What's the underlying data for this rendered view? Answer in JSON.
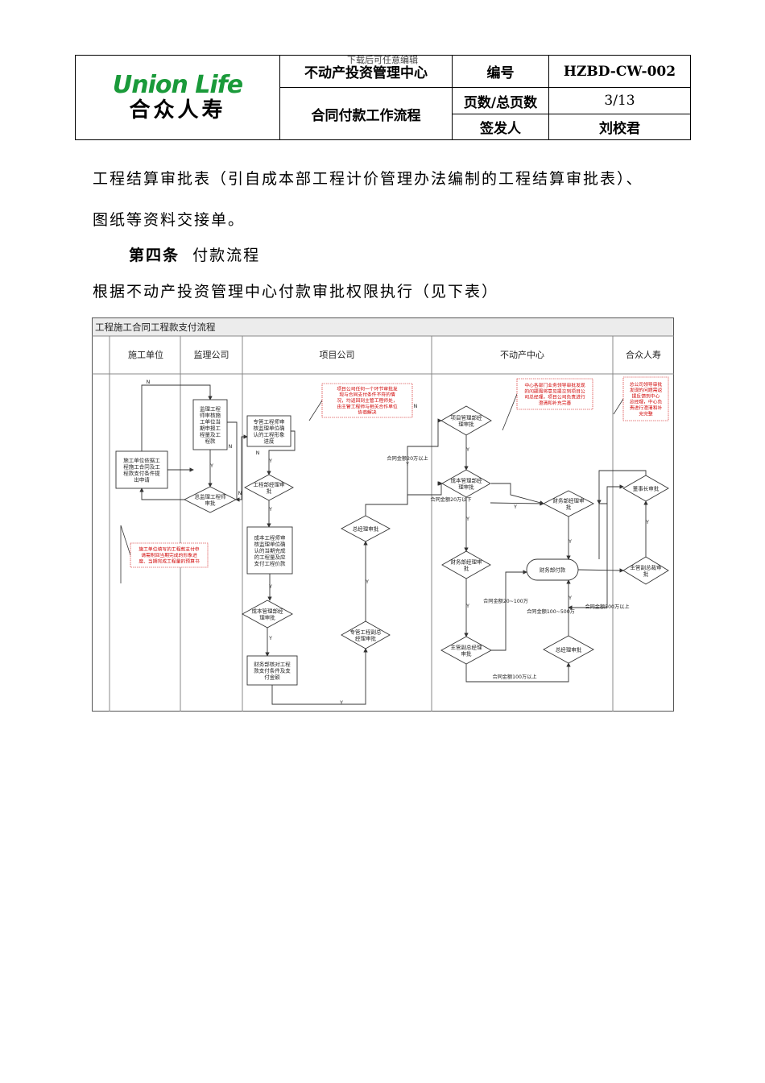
{
  "watermark": "下载后可任意编辑",
  "header": {
    "logo_en": "Union Life",
    "logo_zh": "合众人寿",
    "dept": "不动产投资管理中心",
    "doc_title": "合同付款工作流程",
    "code_label": "编号",
    "code_value": "HZBD-CW-002",
    "pages_label": "页数/总页数",
    "pages_value": "3/13",
    "issuer_label": "签发人",
    "issuer_value": "刘校君"
  },
  "body": {
    "line1": "工程结算审批表（引自成本部工程计价管理办法编制的工程结算审批表）、",
    "line2": "图纸等资料交接单。",
    "article_num": "第四条",
    "article_title": "付款流程",
    "line3": "根据不动产投资管理中心付款审批权限执行（见下表）"
  },
  "flowchart": {
    "title": "工程施工合同工程款支付流程",
    "lanes": [
      "施工单位",
      "监理公司",
      "项目公司",
      "不动产中心",
      "合众人寿"
    ],
    "boxes": {
      "b1": [
        "施工单位依据工",
        "程施工合同及工",
        "程款支付条件提",
        "出申请"
      ],
      "b2": [
        "监理工程",
        "师审核施",
        "工单位当",
        "期申报工",
        "程量及工",
        "程款"
      ],
      "b3": [
        "专管工程师审",
        "核监理单位确",
        "认的工程形象",
        "进度"
      ],
      "b4": [
        "成本工程师审",
        "核监理单位确",
        "认的当期完成",
        "的工程量及应",
        "支付工程价款"
      ],
      "b5": [
        "财务部核对工程",
        "款支付条件及支",
        "付金额"
      ]
    },
    "diamonds": {
      "d1": [
        "总监理工程师",
        "审批"
      ],
      "d2": [
        "工程部经理审",
        "批"
      ],
      "d3": [
        "成本管理部经",
        "理审批"
      ],
      "d4": [
        "专管工程副总",
        "经理审批"
      ],
      "d5": [
        "总经理审批"
      ],
      "d6": [
        "项目管理部经",
        "理审批"
      ],
      "d7": [
        "成本管理部经",
        "理审批"
      ],
      "d8": [
        "财务部经理审",
        "批"
      ],
      "d9": [
        "主管副总经理",
        "审批"
      ],
      "d10": [
        "财务部经理审",
        "批"
      ],
      "d11": [
        "总经理审批"
      ],
      "d12": [
        "董事长审批"
      ],
      "d13": [
        "主管副总裁审",
        "批"
      ]
    },
    "terminal": "财务部付款",
    "notes": {
      "n1": [
        "施工单位填写的工程款支付申",
        "请需附回当期完成的形象进",
        "度、当期完成工程量的预算书"
      ],
      "n2": [
        "项目公司任何一个环节审批发",
        "现与合同支付条件不符的情",
        "况，均返回到主管工程师处，",
        "由主管工程师与相关合作单位",
        "协商解决"
      ],
      "n3": [
        "中心各部门业务领导审批发现",
        "的问题需将意见提交到项目公",
        "司总经理，项目公司负责进行",
        "澄清和补充完善"
      ],
      "n4": [
        "总公司领导审批",
        "发现的问题需返",
        "提反馈到中心",
        "总经理，中心负",
        "责进行澄清和补",
        "充完整"
      ]
    },
    "conditions": {
      "c1": "合同金额20万以上",
      "c2": "合同金额20万以下",
      "c3": "合同金额20~100万",
      "c4": "合同金额100~500万",
      "c5": "合同金额500万以上",
      "c6": "合同金额100万以上"
    },
    "yes": "Y",
    "no": "N"
  }
}
